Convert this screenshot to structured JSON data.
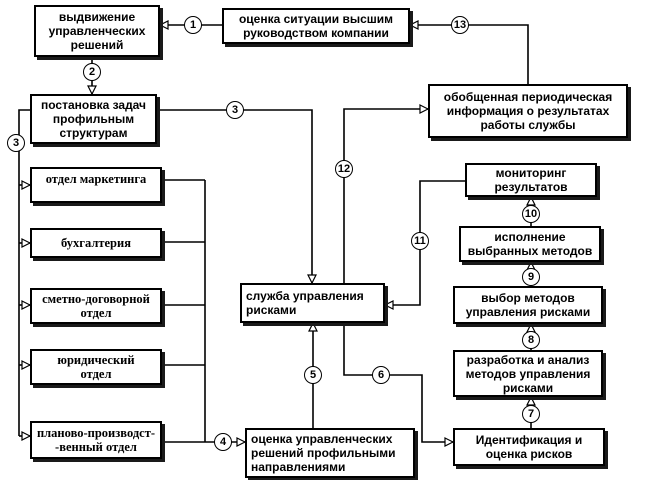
{
  "boxes": {
    "advance": [
      "выдвижение",
      "управленческих",
      "решений"
    ],
    "top_eval": [
      "оценка ситуации высшим",
      "руководством компании"
    ],
    "task_setting": [
      "постановка задач",
      "профильным",
      "структурам"
    ],
    "summary_info": [
      "обобщенная периодическая",
      "информация о результатах",
      "работы службы"
    ],
    "marketing": [
      "отдел маркетинга"
    ],
    "accounting": [
      "бухгалтерия"
    ],
    "estimate": [
      "сметно-договорной",
      "отдел"
    ],
    "legal": [
      "юридический",
      "отдел"
    ],
    "planning": [
      "планово-производст-",
      "-венный отдел"
    ],
    "risk_service": [
      "служба управления",
      "рисками"
    ],
    "profile_eval": [
      "оценка управленческих",
      "решений профильными",
      "направлениями"
    ],
    "monitoring": [
      "мониторинг",
      "результатов"
    ],
    "execution": [
      "исполнение",
      "выбранных методов"
    ],
    "method_choice": [
      "выбор методов",
      "управления рисками"
    ],
    "method_dev": [
      "разработка и анализ",
      "методов управления",
      "рисками"
    ],
    "identification": [
      "Идентификация и",
      "оценка рисков"
    ]
  },
  "numbers": {
    "n1": "1",
    "n2": "2",
    "n3a": "3",
    "n3b": "3",
    "n4": "4",
    "n5": "5",
    "n6": "6",
    "n7": "7",
    "n8": "8",
    "n9": "9",
    "n10": "10",
    "n11": "11",
    "n12": "12",
    "n13": "13"
  }
}
